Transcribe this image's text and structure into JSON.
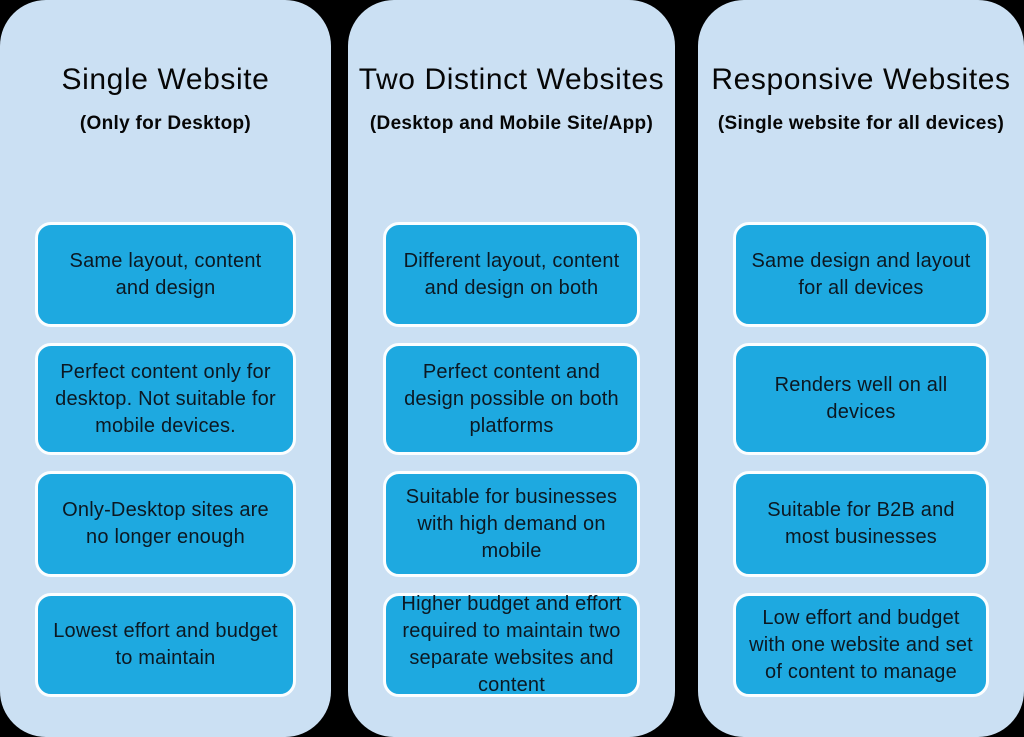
{
  "colors": {
    "page_background": "#000000",
    "column_background": "#cbe0f3",
    "box_background": "#1ea9e0",
    "box_border": "#fcfeff",
    "box_text": "#0c1822",
    "heading_text": "#060606"
  },
  "columns": [
    {
      "title": "Single Website",
      "subtitle": "(Only for Desktop)",
      "boxes": [
        "Same layout, content and design",
        "Perfect content only for desktop. Not suitable for mobile devices.",
        "Only-Desktop sites are no longer enough",
        "Lowest effort and budget to maintain"
      ]
    },
    {
      "title": "Two Distinct Websites",
      "subtitle": "(Desktop and Mobile Site/App)",
      "boxes": [
        "Different layout, content and design on both",
        "Perfect content and design possible on both platforms",
        "Suitable for businesses with high demand on mobile",
        "Higher budget and effort required to maintain two separate websites and content"
      ]
    },
    {
      "title": "Responsive Websites",
      "subtitle": "(Single website for all devices)",
      "boxes": [
        "Same design and layout for all devices",
        "Renders well on all devices",
        "Suitable for B2B and most businesses",
        "Low effort and budget with one website and set of content to manage"
      ]
    }
  ]
}
